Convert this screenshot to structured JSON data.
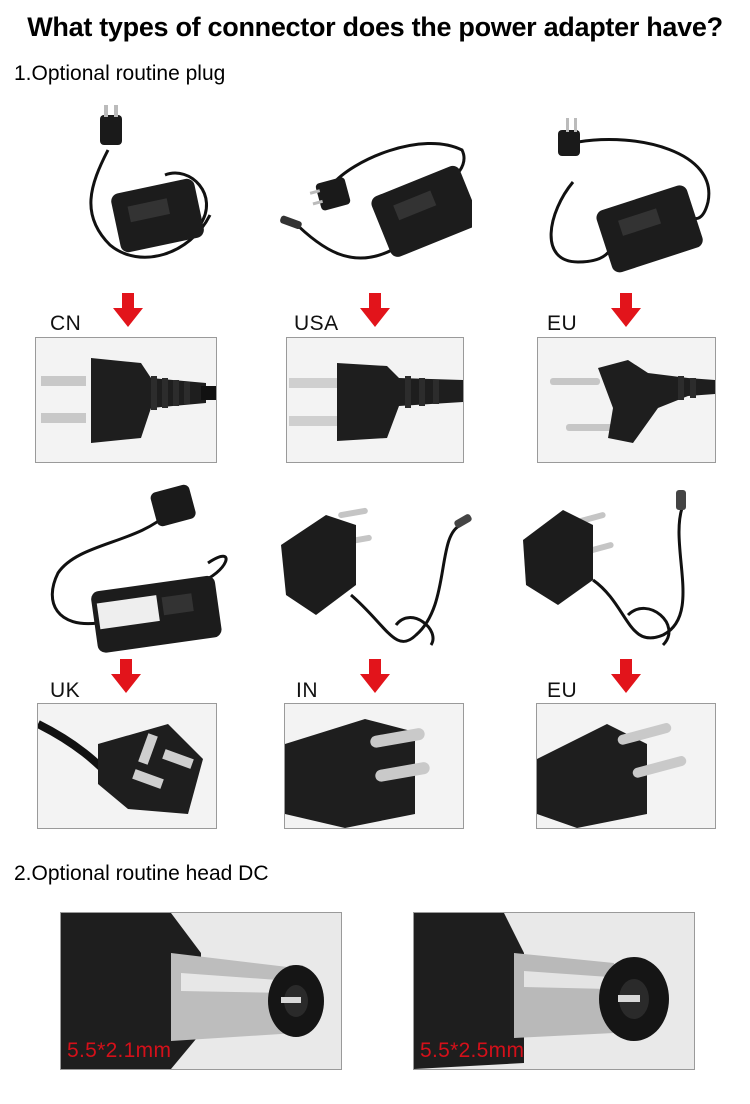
{
  "title": "What types of connector does the power adapter have?",
  "sections": {
    "plugs": "1.Optional routine plug",
    "dc": "2.Optional routine head DC"
  },
  "plugs": [
    {
      "label": "CN"
    },
    {
      "label": "USA"
    },
    {
      "label": "EU"
    },
    {
      "label": "UK"
    },
    {
      "label": "IN"
    },
    {
      "label": "EU"
    }
  ],
  "dc_heads": [
    {
      "label": "5.5*2.1mm"
    },
    {
      "label": "5.5*2.5mm"
    }
  ],
  "colors": {
    "arrow": "#e2141b",
    "dc_label": "#d4101a"
  }
}
